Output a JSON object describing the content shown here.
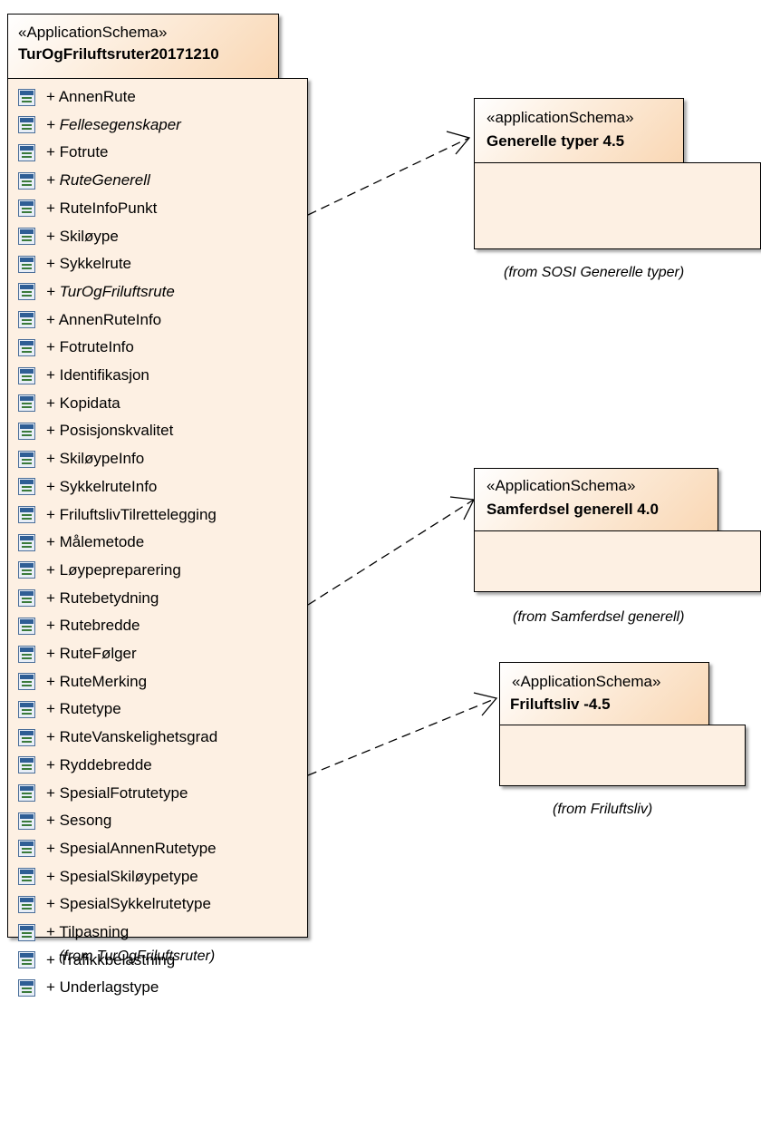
{
  "main_package": {
    "stereotype": "«ApplicationSchema»",
    "name": "TurOgFriluftsruter20171210",
    "from": "(from TurOgFriluftsruter)",
    "items": [
      {
        "label": "+ AnnenRute",
        "italic": false
      },
      {
        "label": "+ Fellesegenskaper",
        "italic": true
      },
      {
        "label": "+ Fotrute",
        "italic": false
      },
      {
        "label": "+ RuteGenerell",
        "italic": true
      },
      {
        "label": "+ RuteInfoPunkt",
        "italic": false
      },
      {
        "label": "+ Skiløype",
        "italic": false
      },
      {
        "label": "+ Sykkelrute",
        "italic": false
      },
      {
        "label": "+ TurOgFriluftsrute",
        "italic": true
      },
      {
        "label": "+ AnnenRuteInfo",
        "italic": false
      },
      {
        "label": "+ FotruteInfo",
        "italic": false
      },
      {
        "label": "+ Identifikasjon",
        "italic": false
      },
      {
        "label": "+ Kopidata",
        "italic": false
      },
      {
        "label": "+ Posisjonskvalitet",
        "italic": false
      },
      {
        "label": "+ SkiløypeInfo",
        "italic": false
      },
      {
        "label": "+ SykkelruteInfo",
        "italic": false
      },
      {
        "label": "+ FriluftslivTilrettelegging",
        "italic": false
      },
      {
        "label": "+ Målemetode",
        "italic": false
      },
      {
        "label": "+ Løypepreparering",
        "italic": false
      },
      {
        "label": "+ Rutebetydning",
        "italic": false
      },
      {
        "label": "+ Rutebredde",
        "italic": false
      },
      {
        "label": "+ RuteFølger",
        "italic": false
      },
      {
        "label": "+ RuteMerking",
        "italic": false
      },
      {
        "label": "+ Rutetype",
        "italic": false
      },
      {
        "label": "+ RuteVanskelighetsgrad",
        "italic": false
      },
      {
        "label": "+ Ryddebredde",
        "italic": false
      },
      {
        "label": "+ SpesialFotrutetype",
        "italic": false
      },
      {
        "label": "+ Sesong",
        "italic": false
      },
      {
        "label": "+ SpesialAnnenRutetype",
        "italic": false
      },
      {
        "label": "+ SpesialSkiløypetype",
        "italic": false
      },
      {
        "label": "+ SpesialSykkelrutetype",
        "italic": false
      },
      {
        "label": "+ Tilpasning",
        "italic": false
      },
      {
        "label": "+ Trafikkbelastning",
        "italic": false
      },
      {
        "label": "+ Underlagstype",
        "italic": false
      }
    ]
  },
  "dependencies": [
    {
      "stereotype": "«applicationSchema»",
      "name": "Generelle typer 4.5",
      "from": "(from SOSI Generelle typer)"
    },
    {
      "stereotype": "«ApplicationSchema»",
      "name": "Samferdsel generell 4.0",
      "from": "(from Samferdsel generell)"
    },
    {
      "stereotype": "«ApplicationSchema»",
      "name": "Friluftsliv -4.5",
      "from": "(from Friluftsliv)"
    }
  ],
  "colors": {
    "package_fill": "#fdf0e3",
    "package_header_gradient_end": "#f9d7b4",
    "line": "#000000"
  },
  "icons": {
    "element": "class-icon"
  }
}
